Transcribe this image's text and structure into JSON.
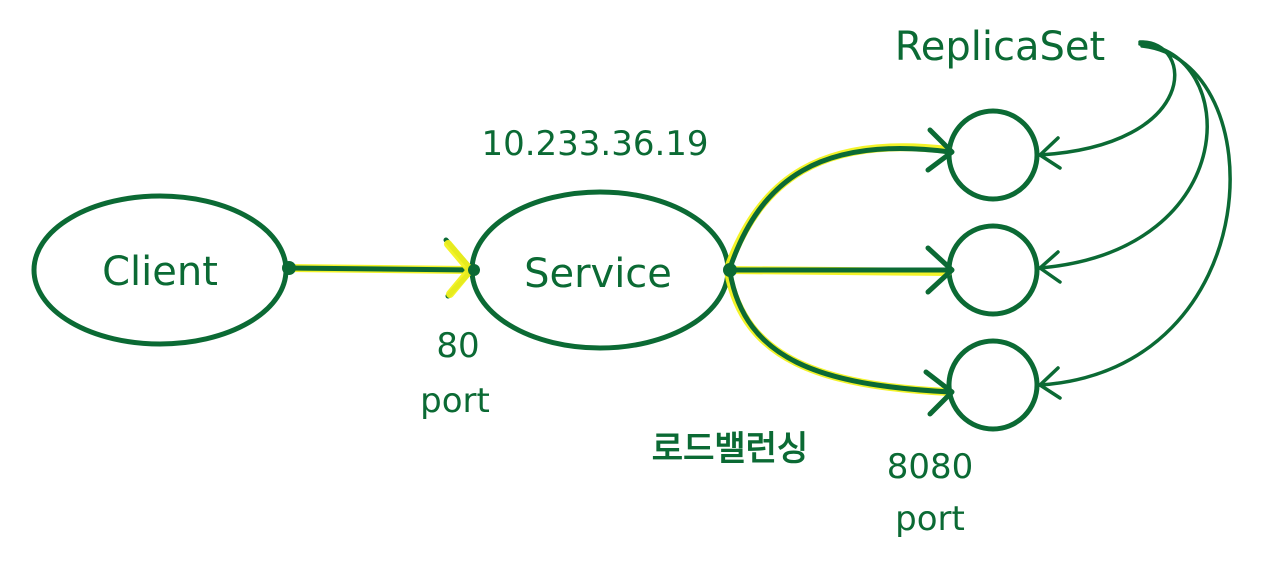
{
  "nodes": {
    "client": "Client",
    "service": "Service",
    "service_ip": "10.233.36.19",
    "replicaset": "ReplicaSet"
  },
  "labels": {
    "client_port_number": "80",
    "client_port_word": "port",
    "load_balancing": "로드밸런싱",
    "pod_port_number": "8080",
    "pod_port_word": "port"
  },
  "colors": {
    "ink": "#0b6a34",
    "highlight": "#f2f21e",
    "background": "#ffffff"
  }
}
